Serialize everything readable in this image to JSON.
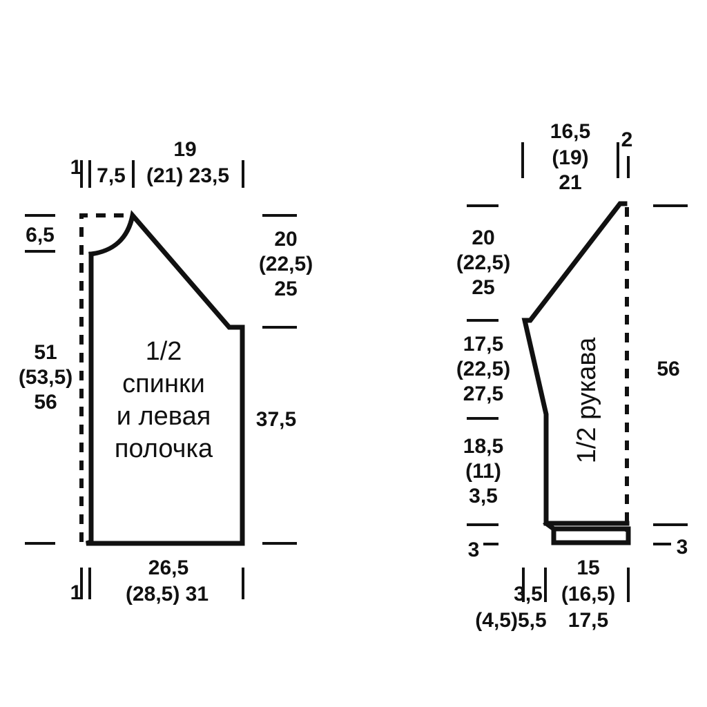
{
  "colors": {
    "line": "#111111",
    "background": "#ffffff"
  },
  "back": {
    "title_lines": [
      "1/2",
      "спинки",
      "и левая",
      "полочка"
    ],
    "top_1": "1",
    "top_neck": "7,5",
    "top_shoulder_line1": "19",
    "top_shoulder_line2": "(21) 23,5",
    "neck_depth": "6,5",
    "armhole_lines": [
      "20",
      "(22,5)",
      "25"
    ],
    "side_height": "37,5",
    "total_height_lines": [
      "51",
      "(53,5)",
      "56"
    ],
    "bottom_1": "1",
    "bottom_width_line1": "26,5",
    "bottom_width_line2": "(28,5) 31"
  },
  "sleeve": {
    "title": "1/2 рукава",
    "top_width_lines": [
      "16,5",
      "(19)",
      "21"
    ],
    "top_2": "2",
    "cap_lines": [
      "20",
      "(22,5)",
      "25"
    ],
    "upper_lines": [
      "17,5",
      "(22,5)",
      "27,5"
    ],
    "lower_lines": [
      "18,5",
      "(11)",
      "3,5"
    ],
    "cuff_left": "3",
    "cuff_right": "3",
    "total_height": "56",
    "bottom_left_line1": "3,5",
    "bottom_left_line2": "(4,5)5,5",
    "bottom_right_lines": [
      "15",
      "(16,5)",
      "17,5"
    ]
  }
}
